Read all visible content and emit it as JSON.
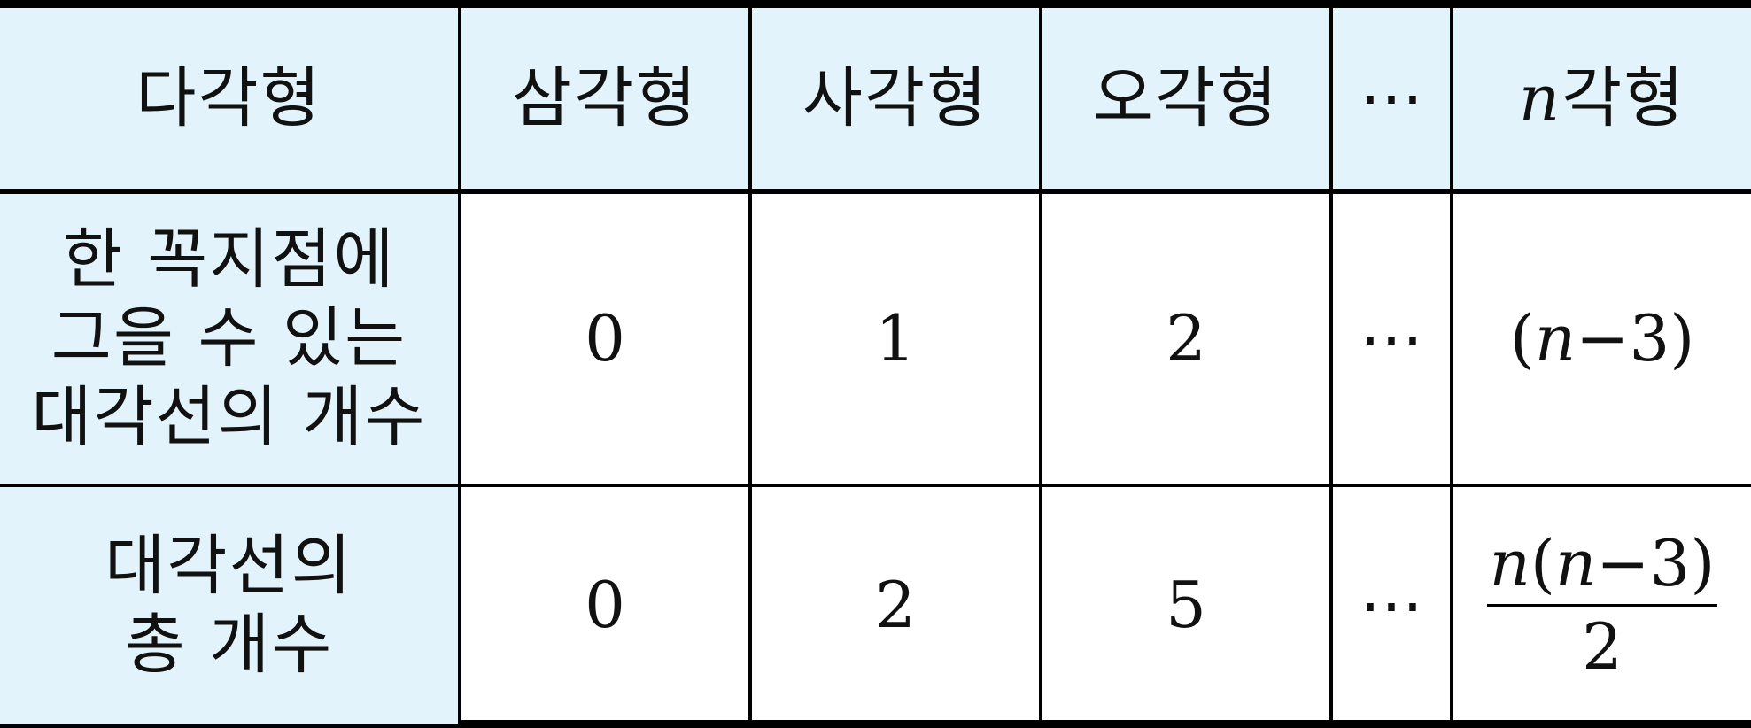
{
  "table": {
    "header": {
      "label": "다각형",
      "triangle": "삼각형",
      "quadrilateral": "사각형",
      "pentagon": "오각형",
      "ellipsis": "⋯",
      "ngon_var": "n",
      "ngon_suffix": "각형"
    },
    "row1": {
      "label": "한 꼭지점에\n그을 수 있는\n대각선의 개수",
      "triangle": "0",
      "quadrilateral": "1",
      "pentagon": "2",
      "ellipsis": "⋯",
      "ngon_open": "(",
      "ngon_var": "n",
      "ngon_rest": "−3)"
    },
    "row2": {
      "label": "대각선의\n총 개수",
      "triangle": "0",
      "quadrilateral": "2",
      "pentagon": "5",
      "ellipsis": "⋯",
      "ngon_num_var1": "n",
      "ngon_num_open": "(",
      "ngon_num_var2": "n",
      "ngon_num_rest": "−3)",
      "ngon_den": "2"
    }
  },
  "colors": {
    "header_shade": "#e2f3fb",
    "border": "#000000"
  }
}
